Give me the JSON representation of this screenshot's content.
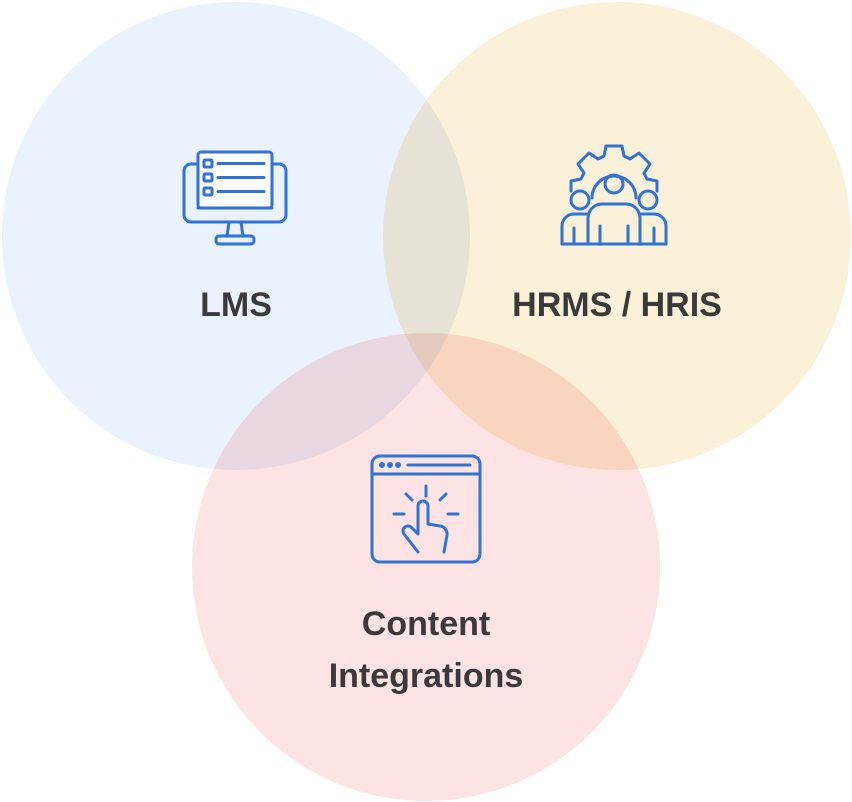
{
  "diagram": {
    "circles": [
      {
        "id": "lms",
        "label_lines": [
          "LMS"
        ],
        "icon": "monitor-checklist-icon",
        "fill": "#eaf2fd"
      },
      {
        "id": "hrms",
        "label_lines": [
          "HRMS / HRIS"
        ],
        "icon": "team-gear-icon",
        "fill": "#fbf0d8"
      },
      {
        "id": "content",
        "label_lines": [
          "Content",
          "Integrations"
        ],
        "icon": "browser-click-icon",
        "fill": "#fde3e3"
      }
    ],
    "icon_color": "#2f73d9",
    "label_color": "#3a3a3a"
  }
}
